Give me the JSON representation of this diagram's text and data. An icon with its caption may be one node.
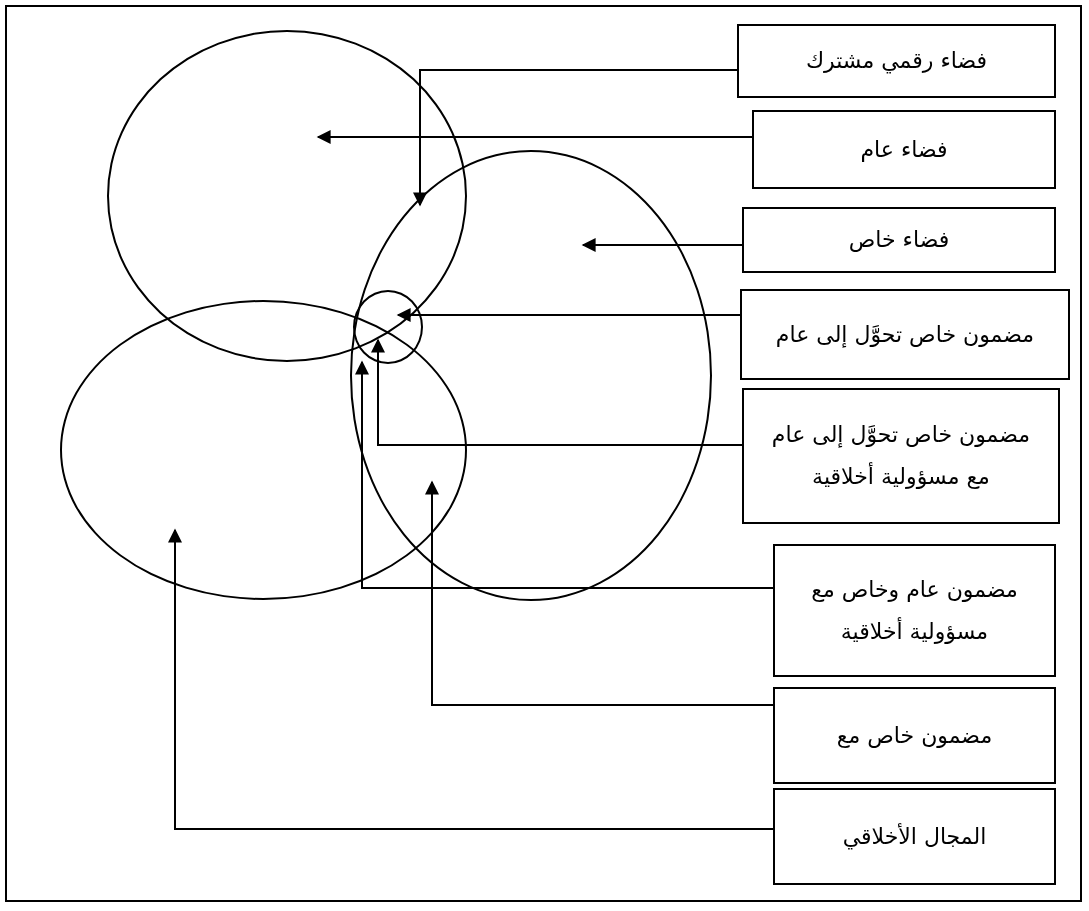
{
  "diagram": {
    "nodes": [
      {
        "text": [
          "فضاء رقمي مشترك"
        ]
      },
      {
        "text": [
          "فضاء عام"
        ]
      },
      {
        "text": [
          "فضاء خاص"
        ]
      },
      {
        "text": [
          "مضمون خاص تحوَّل إلى عام"
        ]
      },
      {
        "text": [
          "مضمون خاص تحوَّل إلى عام مع مسؤولية أخلاقية"
        ]
      },
      {
        "text": [
          "مضمون عام وخاص مع مسؤولية أخلاقية"
        ]
      },
      {
        "text": [
          "مضمون خاص مع"
        ]
      },
      {
        "text": [
          "المجال الأخلاقي"
        ]
      },
      {
        "text": [],
        "shape": "circle"
      },
      {
        "text": [],
        "shape": "circle"
      },
      {
        "text": [],
        "shape": "circle"
      },
      {
        "text": [],
        "shape": "circle"
      }
    ],
    "edges": [
      {
        "from": 0,
        "to": 8,
        "arrow": "to"
      },
      {
        "from": 1,
        "to": 8,
        "arrow": "to"
      },
      {
        "from": 2,
        "to": 9,
        "arrow": "to"
      },
      {
        "from": 3,
        "to": 10,
        "arrow": "to"
      },
      {
        "from": 4,
        "to": 10,
        "arrow": "to"
      },
      {
        "from": 5,
        "to": 10,
        "arrow": "to"
      },
      {
        "from": 6,
        "to": 11,
        "arrow": "to"
      },
      {
        "from": 7,
        "to": 11,
        "arrow": "to"
      }
    ]
  }
}
